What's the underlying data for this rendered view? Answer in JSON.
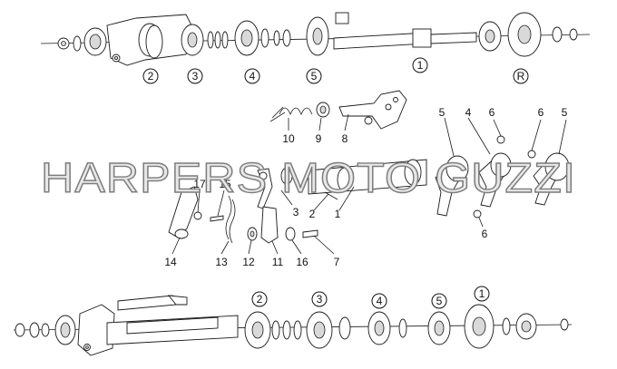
{
  "watermark": "HARPERS MOTO GUZZI",
  "top_row_labels": [
    "2",
    "3",
    "4",
    "5",
    "1",
    "R"
  ],
  "middle_labels": {
    "p10": "10",
    "p9": "9",
    "p8": "8",
    "p5a": "5",
    "p4": "4",
    "p6a": "6",
    "p6b": "6",
    "p5b": "5",
    "p17": "17",
    "p15": "15",
    "p3": "3",
    "p2": "2",
    "p1": "1",
    "p6c": "6",
    "p14": "14",
    "p13": "13",
    "p12": "12",
    "p11": "11",
    "p16": "16",
    "p7": "7"
  },
  "bottom_row_labels": [
    "2",
    "3",
    "4",
    "5",
    "1"
  ]
}
